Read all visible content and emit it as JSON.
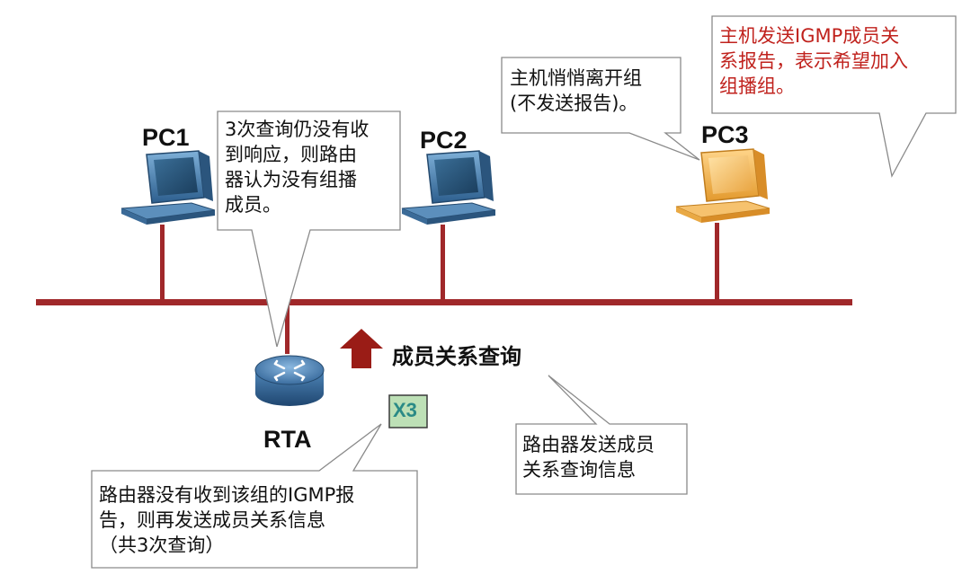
{
  "nodes": {
    "pc1": "PC1",
    "pc2": "PC2",
    "pc3": "PC3",
    "router": "RTA"
  },
  "callouts": {
    "pc3_report": "主机发送IGMP成员关\n系报告，表示希望加入\n组播组。",
    "pc2_leave": "主机悄悄离开组\n(不发送报告)。",
    "router_no_member": "3次查询仍没有收\n到响应，则路由\n器认为没有组播\n成员。",
    "router_sends_query": "路由器发送成员\n关系查询信息",
    "router_resend": "路由器没有收到该组的IGMP报\n告，则再发送成员关系信息\n（共3次查询）"
  },
  "query_label": "成员关系查询",
  "repeat_badge": "X3",
  "colors": {
    "bus": "#a0282a",
    "arrow": "#9a1c16",
    "red_text": "#c0221d",
    "pc_normal": "#3f78a6",
    "pc_highlight": "#f0a23c",
    "router": "#2c5b8e",
    "callout_border": "#8a8a8a"
  }
}
